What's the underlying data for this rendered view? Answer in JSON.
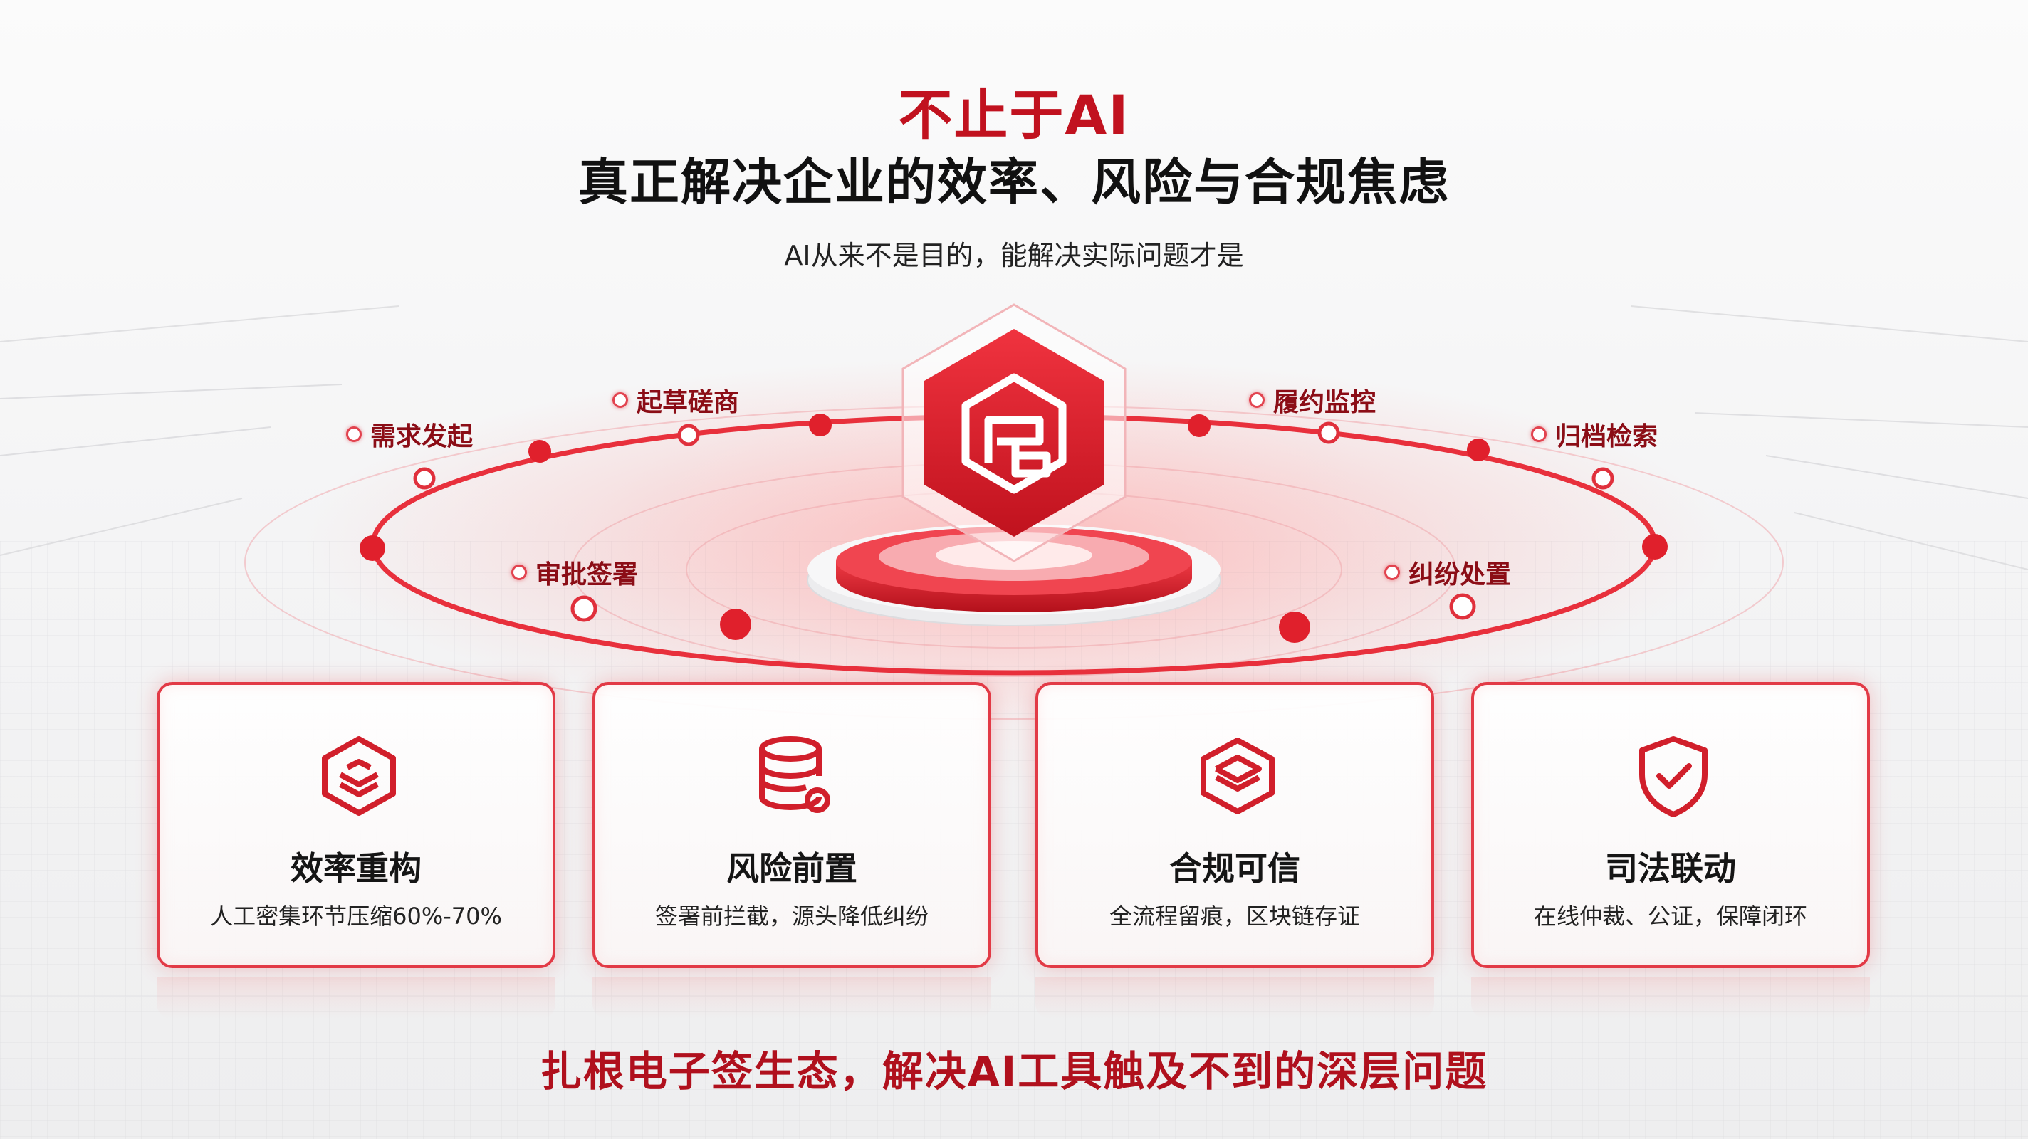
{
  "header": {
    "title": "不止于AI",
    "subtitle": "真正解决企业的效率、风险与合规焦虑",
    "tagline": "AI从来不是目的，能解决实际问题才是"
  },
  "center_icon": "hexagon-logo-icon",
  "orbit": {
    "labels": [
      "需求发起",
      "起草磋商",
      "履约监控",
      "归档检索",
      "审批签署",
      "纠纷处置"
    ]
  },
  "cards": [
    {
      "icon": "layers-hexagon-icon",
      "title": "效率重构",
      "desc": "人工密集环节压缩60%-70%"
    },
    {
      "icon": "database-icon",
      "title": "风险前置",
      "desc": "签署前拦截，源头降低纠纷"
    },
    {
      "icon": "stacked-layers-icon",
      "title": "合规可信",
      "desc": "全流程留痕，区块链存证"
    },
    {
      "icon": "shield-check-icon",
      "title": "司法联动",
      "desc": "在线仲裁、公证，保障闭环"
    }
  ],
  "footer": {
    "text": "扎根电子签生态，解决AI工具触及不到的深层问题"
  },
  "colors": {
    "accent": "#c1121f",
    "card_border": "#e23a46",
    "dark_red_text": "#8b0d16"
  }
}
